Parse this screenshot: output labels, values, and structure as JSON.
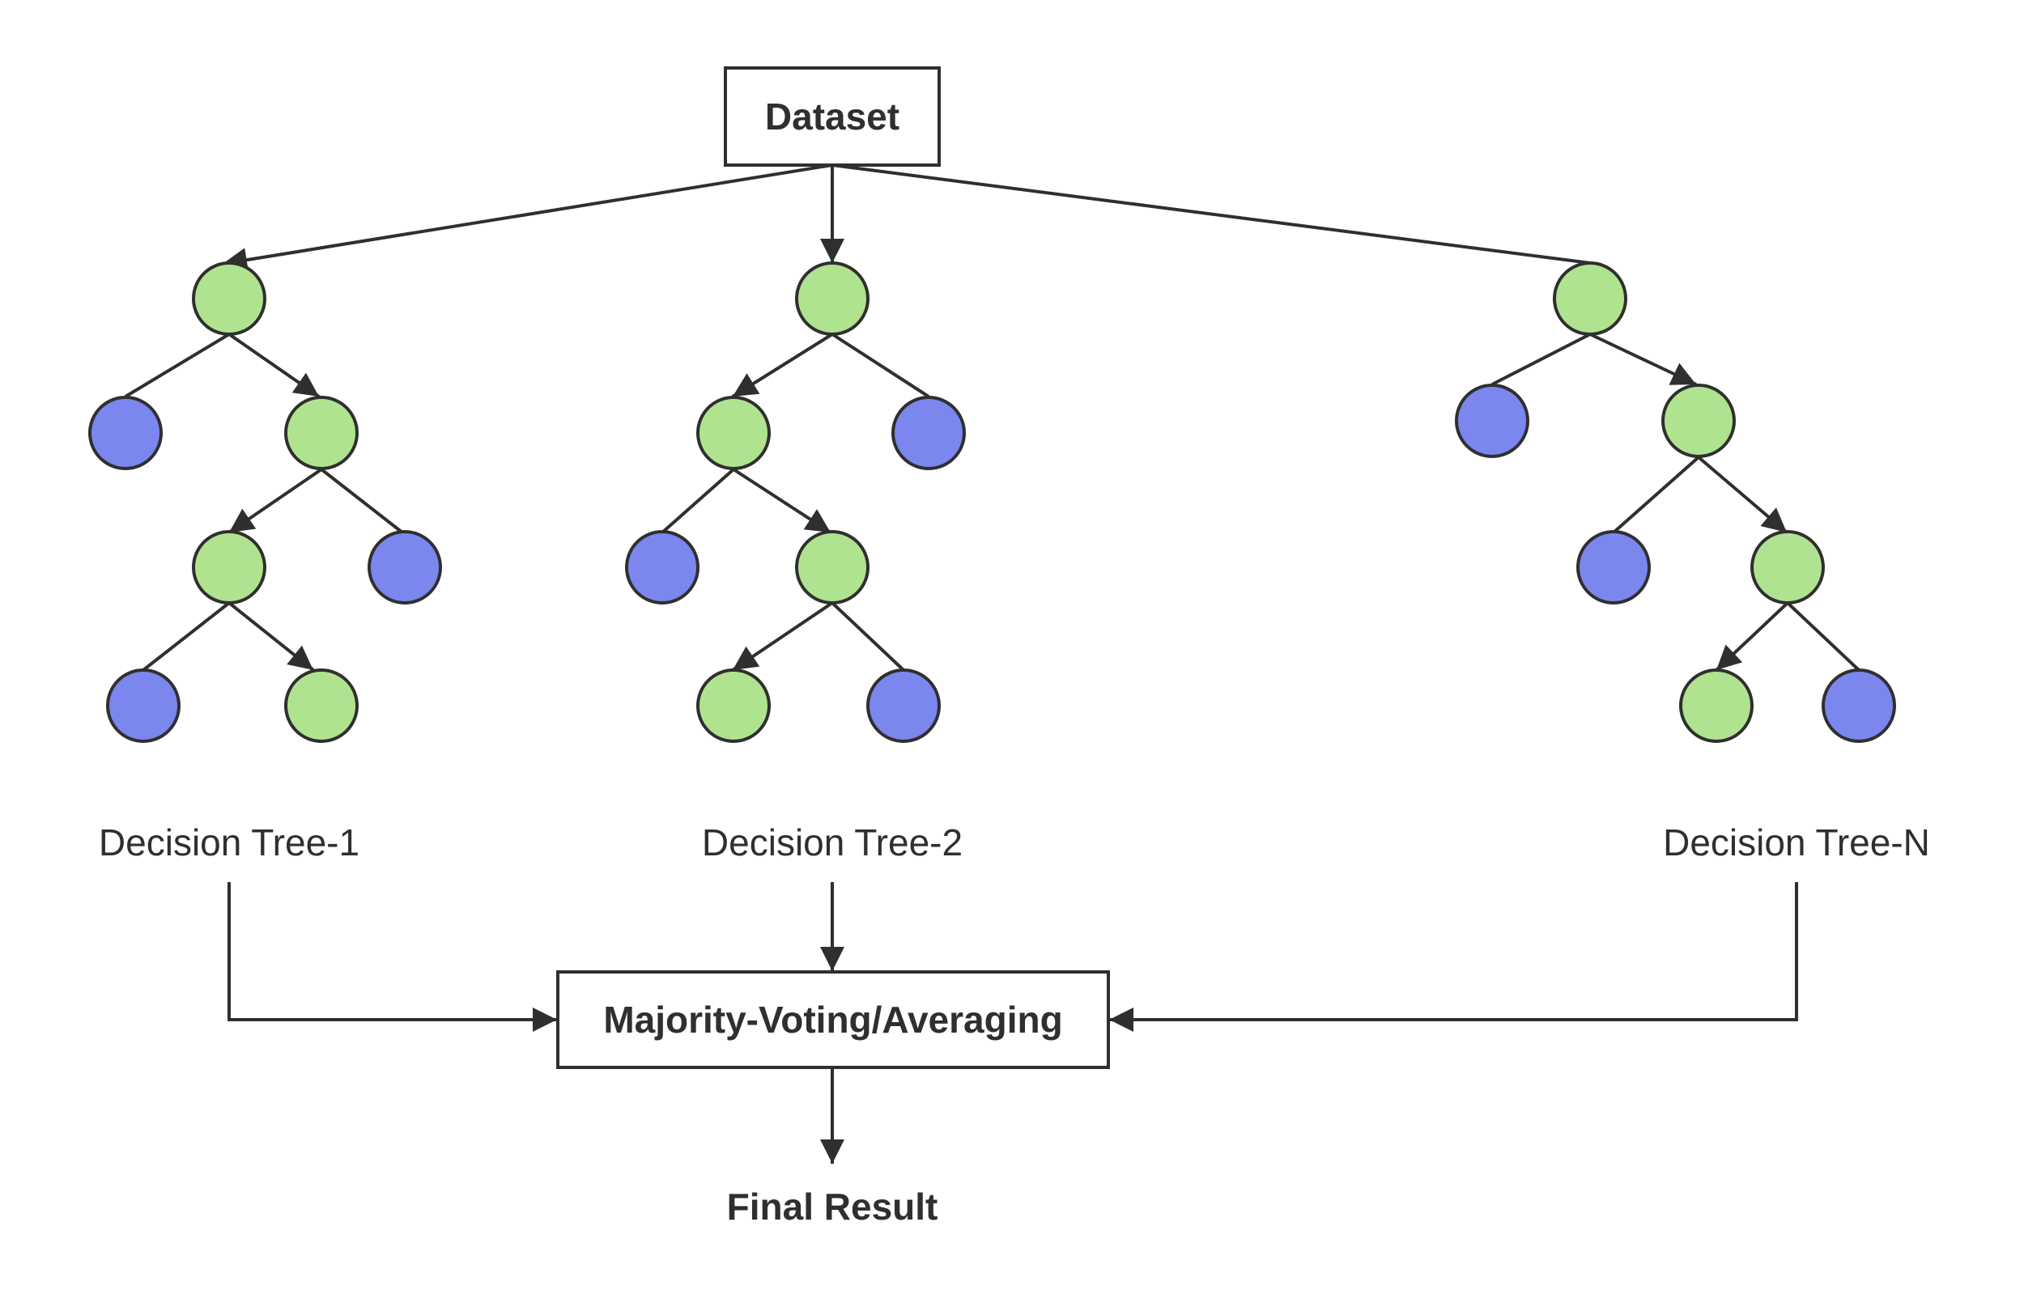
{
  "dataset_label": "Dataset",
  "tree_labels": [
    "Decision Tree-1",
    "Decision Tree-2",
    "Decision Tree-N"
  ],
  "aggregator_label": "Majority-Voting/Averaging",
  "result_label": "Final Result",
  "colors": {
    "split_node": "#b0e38f",
    "leaf_node": "#7b86ee",
    "stroke": "#2f2f2f",
    "background": "#ffffff"
  }
}
